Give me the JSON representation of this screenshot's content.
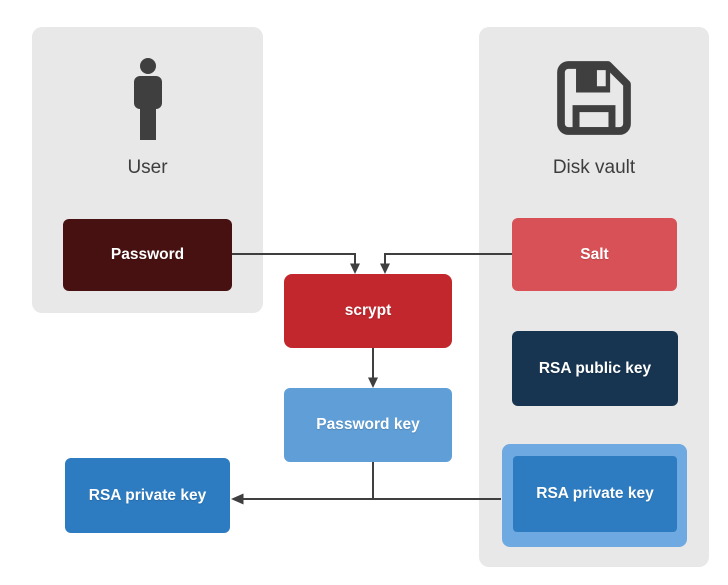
{
  "panels": {
    "user": {
      "label": "User",
      "icon": "person-icon"
    },
    "disk_vault": {
      "label": "Disk vault",
      "icon": "floppy-disk-icon"
    }
  },
  "nodes": {
    "password": {
      "label": "Password",
      "fill": "#481111",
      "text_color": "#ffffff",
      "panel": "user"
    },
    "salt": {
      "label": "Salt",
      "fill": "#d85156",
      "text_color": "#ffffff",
      "panel": "disk_vault"
    },
    "scrypt": {
      "label": "scrypt",
      "fill": "#c1272d",
      "text_color": "#ffffff",
      "panel": null
    },
    "password_key": {
      "label": "Password key",
      "fill": "#5f9ed6",
      "text_color": "#ffffff",
      "panel": null
    },
    "rsa_public_key": {
      "label": "RSA public key",
      "fill": "#173450",
      "text_color": "#ffffff",
      "panel": "disk_vault"
    },
    "rsa_private_key_vault": {
      "label": "RSA private key",
      "fill": "#2d7cc1",
      "frame_fill": "#6fa9e1",
      "text_color": "#ffffff",
      "panel": "disk_vault"
    },
    "rsa_private_key_user": {
      "label": "RSA private key",
      "fill": "#2d7cc1",
      "text_color": "#ffffff",
      "panel": null
    }
  },
  "connections": [
    {
      "from": "password",
      "to": "scrypt",
      "arrow": "into scrypt top"
    },
    {
      "from": "salt",
      "to": "scrypt",
      "arrow": "into scrypt top"
    },
    {
      "from": "scrypt",
      "to": "password_key",
      "arrow": "down"
    },
    {
      "from": "password_key",
      "to": "rsa_private_key_user",
      "arrow": "joins horizontal line"
    },
    {
      "from": "rsa_private_key_vault",
      "to": "rsa_private_key_user",
      "arrow": "left"
    }
  ],
  "style": {
    "canvas_background": "#ffffff",
    "panel_fill": "#e8e8e8",
    "connector_color": "#3f3f3f",
    "icon_color": "#3f3f3f",
    "panel_label_color": "#3d3d3d"
  }
}
